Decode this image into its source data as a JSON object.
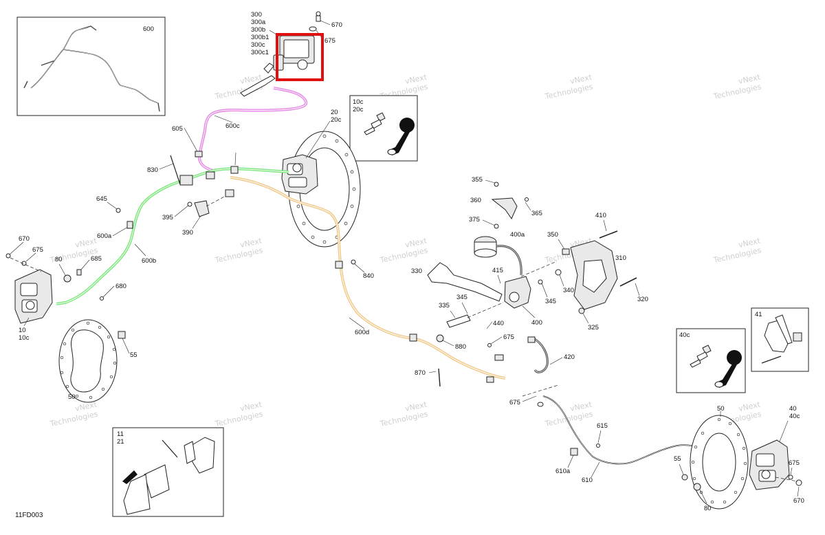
{
  "diagram_code": "11FD003",
  "watermark": {
    "line1": "vNext",
    "line2": "Technologies"
  },
  "highlight_color": "#e01010",
  "hose_colors": {
    "600b": "#7ee87e",
    "600c": "#e68be6",
    "600d": "#f2c98a"
  },
  "labels": {
    "l600": "600",
    "l300": "300",
    "l300a": "300a",
    "l300b": "300b",
    "l300b1": "300b1",
    "l300c": "300c",
    "l300c1": "300c1",
    "l670a": "670",
    "l675a": "675",
    "l10cbox": "10c",
    "l20cbox": "20c",
    "l20": "20",
    "l20c": "20c",
    "l600c": "600c",
    "l605": "605",
    "l830": "830",
    "l645": "645",
    "l395": "395",
    "l390": "390",
    "l600a": "600a",
    "l600b": "600b",
    "l670b": "670",
    "l675b": "675",
    "l80a": "80",
    "l685": "685",
    "l680": "680",
    "l10": "10",
    "l10c": "10c",
    "l55a": "55",
    "l50a": "50",
    "l11": "11",
    "l21": "21",
    "l840": "840",
    "l600d": "600d",
    "l880": "880",
    "l870": "870",
    "l355": "355",
    "l360": "360",
    "l365": "365",
    "l375": "375",
    "l400a": "400a",
    "l350": "350",
    "l410": "410",
    "l310": "310",
    "l330": "330",
    "l415": "415",
    "l345a": "345",
    "l345b": "345",
    "l340": "340",
    "l335": "335",
    "l440": "440",
    "l400": "400",
    "l320": "320",
    "l325": "325",
    "l675c": "675",
    "l420": "420",
    "l675d": "675",
    "l41": "41",
    "l40cbox": "40c",
    "l615": "615",
    "l610a": "610a",
    "l610": "610",
    "l50b": "50",
    "l40": "40",
    "l40c": "40c",
    "l55b": "55",
    "l675e": "675",
    "l80b": "80",
    "l670c": "670"
  }
}
